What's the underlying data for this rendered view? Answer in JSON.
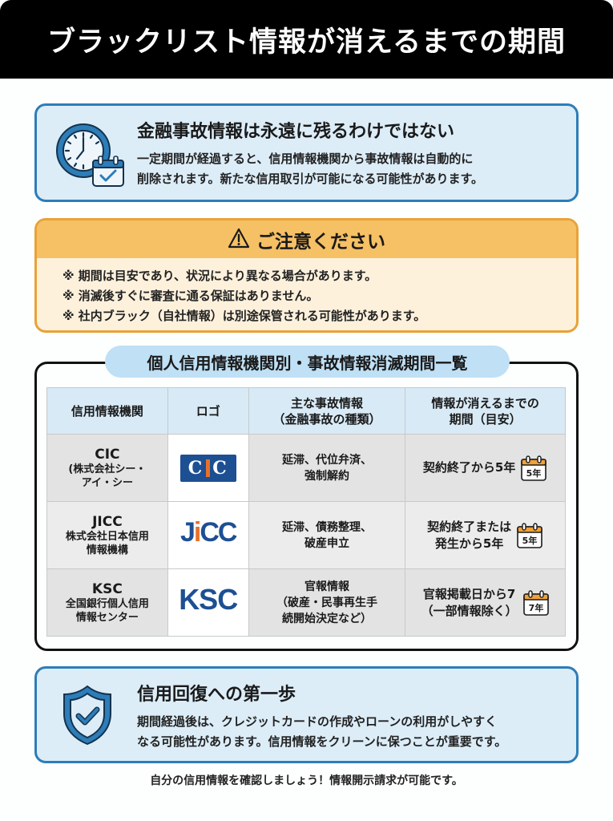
{
  "header": {
    "title": "ブラックリスト情報が消えるまでの期間"
  },
  "info_card": {
    "icon": "clock-calendar-check-icon",
    "title": "金融事故情報は永遠に残るわけではない",
    "body_lines": [
      "一定期間が経過すると、信用情報機関から事故情報は自動的に",
      "削除されます。新たな信用取引が可能になる可能性があります。"
    ]
  },
  "warning": {
    "icon": "warning-triangle-icon",
    "title": "ご注意ください",
    "items": [
      "※ 期間は目安であり、状況により異なる場合があります。",
      "※ 消滅後すぐに審査に通る保証はありません。",
      "※ 社内ブラック（自社情報）は別途保管される可能性があります。"
    ]
  },
  "table": {
    "caption": "個人信用情報機関別・事故情報消滅期間一覧",
    "headers": {
      "agency": "信用情報機関",
      "logo": "ロゴ",
      "incident_line1": "主な事故情報",
      "incident_line2": "（金融事故の種類）",
      "period_line1": "情報が消えるまでの",
      "period_line2": "期間（目安）"
    },
    "rows": [
      {
        "abbr": "CIC",
        "full_name_lines": [
          "(株式会社シー・",
          "アイ・シー"
        ],
        "logo_text": "CIC",
        "incident_lines": [
          "延滞、代位弁済、",
          "強制解約"
        ],
        "period_lines": [
          "契約終了から5年"
        ],
        "badge": "5年"
      },
      {
        "abbr": "JICC",
        "full_name_lines": [
          "株式会社日本信用",
          "情報機構"
        ],
        "logo_text": "JiCC",
        "incident_lines": [
          "延滞、債務整理、",
          "破産申立"
        ],
        "period_lines": [
          "契約終了または",
          "発生から5年"
        ],
        "badge": "5年"
      },
      {
        "abbr": "KSC",
        "full_name_lines": [
          "全国銀行個人信用",
          "情報センター"
        ],
        "logo_text": "KSC",
        "incident_lines": [
          "官報情報",
          "（破産・民事再生手",
          "続開始決定など）"
        ],
        "period_lines": [
          "官報掲載日から7",
          "（一部情報除く）"
        ],
        "badge": "7年"
      }
    ]
  },
  "recovery_card": {
    "icon": "shield-check-icon",
    "title": "信用回復への第一歩",
    "body_lines": [
      "期間経過後は、クレジットカードの作成やローンの利用がしやすく",
      "なる可能性があります。信用情報をクリーンに保つことが重要です。"
    ]
  },
  "footer": {
    "note": "自分の信用情報を確認しましょう！情報開示請求が可能です。"
  },
  "colors": {
    "header_bg": "#000000",
    "card_border": "#2d7db8",
    "card_bg": "#dcedf8",
    "warning_border": "#e9a237",
    "warning_head_bg": "#f6c065",
    "warning_bg": "#fdf1dc",
    "logo_blue": "#1d4f93",
    "logo_orange": "#e7702a"
  }
}
